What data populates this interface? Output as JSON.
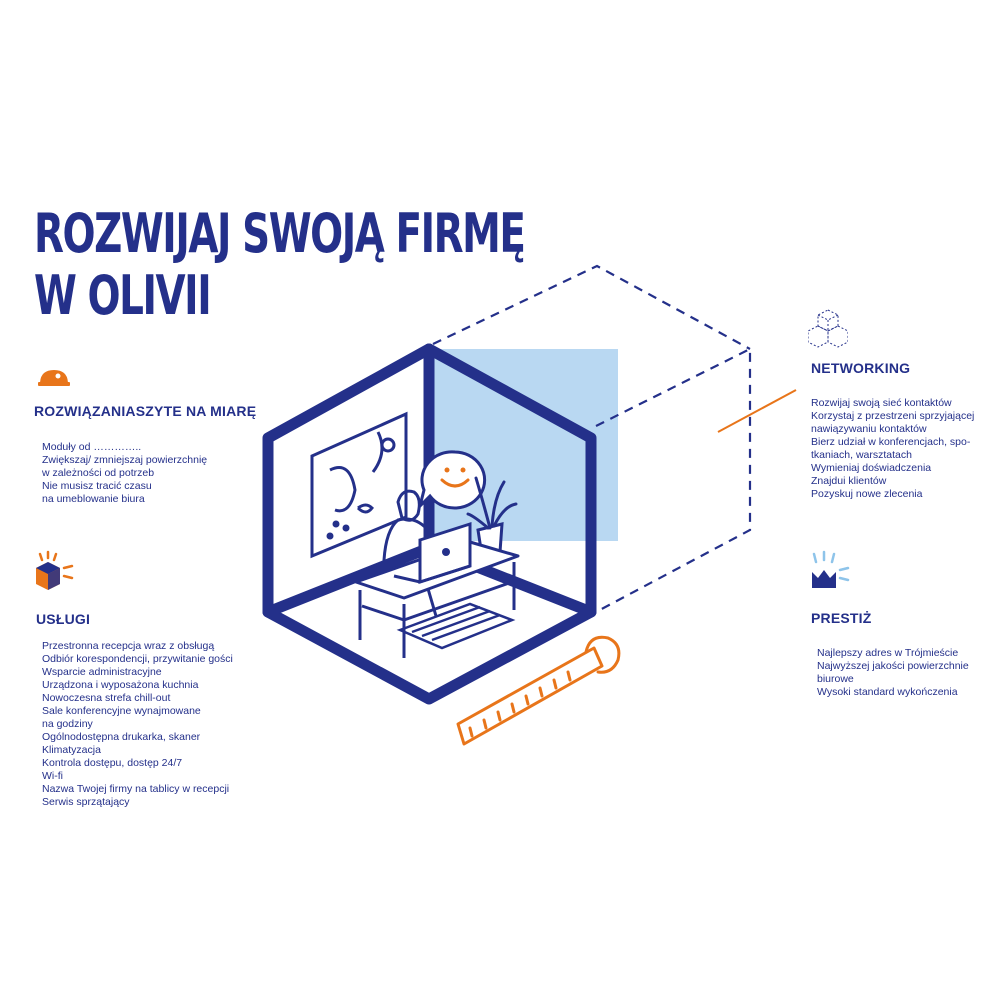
{
  "title": {
    "line1": "ROZWIJAJ SWOJĄ FIRMĘ",
    "line2": "W OLIVII"
  },
  "sections": {
    "tailored": {
      "heading": "ROZWIĄZANIASZYTE NA MIARĘ",
      "icon": "hard-hat-icon",
      "items": [
        "Moduły od …………..",
        "Zwiększaj/ zmniejszaj powierzchnię",
        "w zależności od potrzeb",
        "Nie musisz tracić czasu",
        "na umeblowanie biura"
      ]
    },
    "services": {
      "heading": "USŁUGI",
      "icon": "package-box-icon",
      "items": [
        "Przestronna recepcja wraz z obsługą",
        "Odbiór korespondencji, przywitanie gości",
        "Wsparcie administracyjne",
        "Urządzona i wyposażona kuchnia",
        "Nowoczesna strefa chill-out",
        "Sale konferencyjne wynajmowane",
        "na godziny",
        "Ogólnodostępna drukarka, skaner",
        "Klimatyzacja",
        "Kontrola dostępu, dostęp 24/7",
        "Wi-fi",
        "Nazwa Twojej firmy na tablicy w recepcji",
        "Serwis sprzątający"
      ]
    },
    "networking": {
      "heading": "NETWORKING",
      "icon": "stacked-cubes-icon",
      "items": [
        "Rozwijaj swoją sieć kontaktów",
        "Korzystaj z przestrzeni sprzyjającej",
        "nawiązywaniu kontaktów",
        "Bierz udział w konferencjach, spo-",
        "tkaniach, warsztatach",
        "Wymieniaj doświadczenia",
        "Znajdui klientów",
        "Pozyskuj nowe zlecenia"
      ]
    },
    "prestige": {
      "heading": "PRESTIŻ",
      "icon": "crown-icon",
      "items": [
        "Najlepszy adres w Trójmieście",
        "Najwyższej jakości powierzchnie",
        "biurowe",
        "Wysoki standard wykończenia"
      ]
    }
  },
  "colors": {
    "navy": "#24308a",
    "orange": "#e8751a",
    "light_blue": "#b9d8f2",
    "sky_accent": "#8ec4ea"
  },
  "illustration": {
    "icon": "office-cube-illustration",
    "accessories": [
      "smiley-speech-bubble-icon",
      "tape-measure-icon",
      "laptop-icon",
      "plant-icon",
      "wall-painting-icon"
    ]
  }
}
